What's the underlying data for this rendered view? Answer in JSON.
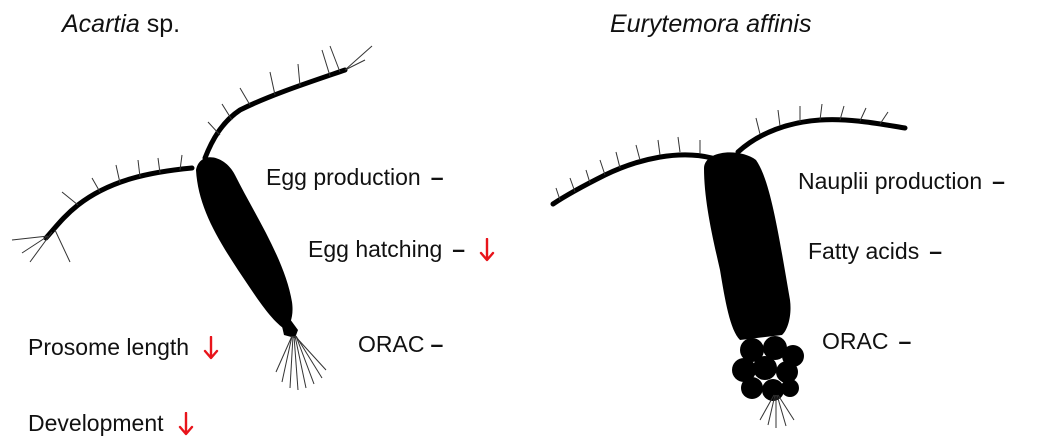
{
  "species_left": {
    "italic": "Acartia",
    "plain": " sp."
  },
  "species_right": {
    "italic": "Eurytemora affinis",
    "plain": ""
  },
  "left_labels": {
    "egg_production": "Egg production",
    "egg_hatching": "Egg hatching",
    "orac": "ORAC",
    "prosome_length": "Prosome length",
    "development": "Development"
  },
  "right_labels": {
    "nauplii_production": "Nauplii production",
    "fatty_acids": "Fatty acids",
    "orac": "ORAC"
  },
  "symbols": {
    "no_change": "–",
    "decrease": "decrease-arrow-icon"
  },
  "colors": {
    "decrease": "#e8141b",
    "silhouette": "#000000"
  }
}
